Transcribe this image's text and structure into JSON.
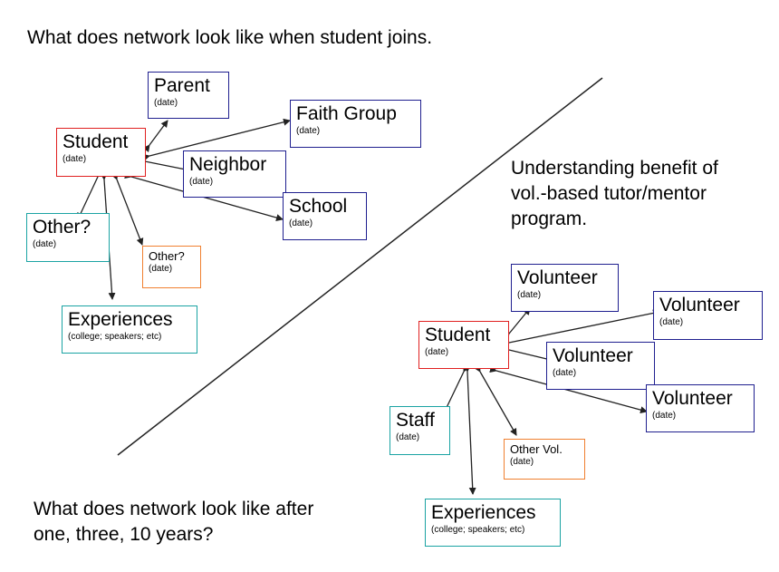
{
  "text": {
    "top_question": "What does network look like when student joins.",
    "right_heading_line1": "Understanding benefit of",
    "right_heading_line2": "vol.-based tutor/mentor",
    "right_heading_line3": "program.",
    "bottom_question_line1": "What does network look like after",
    "bottom_question_line2": "one, three, 10 years?"
  },
  "left_network": {
    "student": {
      "label": "Student",
      "sub": "(date)"
    },
    "parent": {
      "label": "Parent",
      "sub": "(date)"
    },
    "faith_group": {
      "label": "Faith Group",
      "sub": "(date)"
    },
    "neighbor": {
      "label": "Neighbor",
      "sub": "(date)"
    },
    "school": {
      "label": "School",
      "sub": "(date)"
    },
    "other_large": {
      "label": "Other?",
      "sub": "(date)"
    },
    "other_small": {
      "label": "Other?",
      "sub": "(date)"
    },
    "experiences": {
      "label": "Experiences",
      "sub": "(college; speakers; etc)"
    }
  },
  "right_network": {
    "student": {
      "label": "Student",
      "sub": "(date)"
    },
    "volunteer_1": {
      "label": "Volunteer",
      "sub": "(date)"
    },
    "volunteer_2": {
      "label": "Volunteer",
      "sub": "(date)"
    },
    "volunteer_3": {
      "label": "Volunteer",
      "sub": "(date)"
    },
    "volunteer_4": {
      "label": "Volunteer",
      "sub": "(date)"
    },
    "staff": {
      "label": "Staff",
      "sub": "(date)"
    },
    "other_vol": {
      "label": "Other Vol.",
      "sub": "(date)"
    },
    "experiences": {
      "label": "Experiences",
      "sub": "(college; speakers; etc)"
    }
  },
  "colors": {
    "student_border": "#e02020",
    "node_border": "#1f1f8f",
    "other_border": "#1aa3a3",
    "small_other_border": "#f08030",
    "line": "#222222"
  }
}
